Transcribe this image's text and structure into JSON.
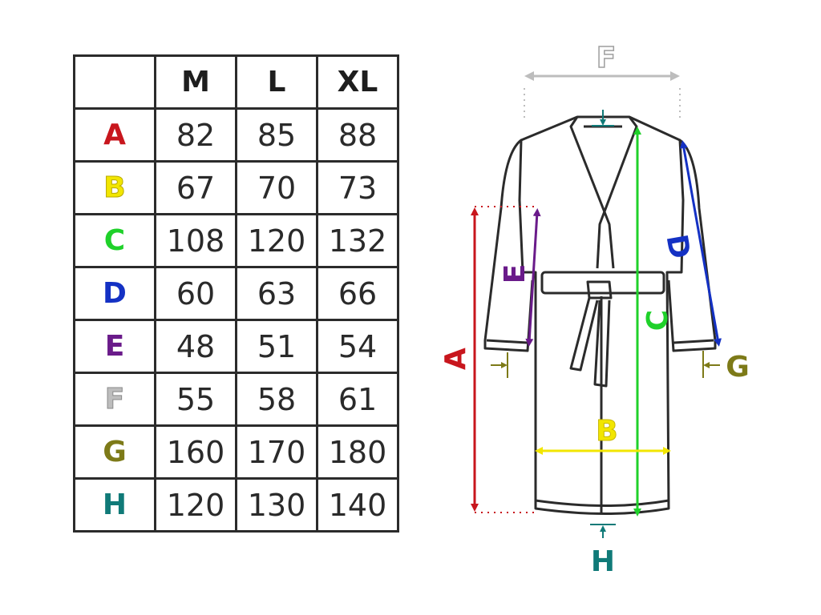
{
  "table": {
    "header": {
      "corner": "",
      "sizes": [
        "M",
        "L",
        "XL"
      ]
    },
    "rows": [
      {
        "label": "A",
        "color": "#c8161d",
        "values": [
          "82",
          "85",
          "88"
        ]
      },
      {
        "label": "B",
        "color": "#f2e600",
        "values": [
          "67",
          "70",
          "73"
        ]
      },
      {
        "label": "C",
        "color": "#1fd12a",
        "values": [
          "108",
          "120",
          "132"
        ]
      },
      {
        "label": "D",
        "color": "#1431c4",
        "values": [
          "60",
          "63",
          "66"
        ]
      },
      {
        "label": "E",
        "color": "#6a1b8a",
        "values": [
          "48",
          "51",
          "54"
        ]
      },
      {
        "label": "F",
        "color": "#bdbdbd",
        "values": [
          "55",
          "58",
          "61"
        ]
      },
      {
        "label": "G",
        "color": "#7d7a18",
        "values": [
          "160",
          "170",
          "180"
        ]
      },
      {
        "label": "H",
        "color": "#107a78",
        "values": [
          "120",
          "130",
          "140"
        ]
      }
    ]
  },
  "diagram": {
    "labels": {
      "A": "A",
      "B": "B",
      "C": "C",
      "D": "D",
      "E": "E",
      "F": "F",
      "G": "G",
      "H": "H"
    },
    "colors": {
      "A": "#c8161d",
      "B": "#f2e600",
      "C": "#1fd12a",
      "D": "#1431c4",
      "E": "#6a1b8a",
      "F": "#bdbdbd",
      "G": "#7d7a18",
      "H": "#107a78",
      "outline": "#2b2b2b"
    }
  }
}
